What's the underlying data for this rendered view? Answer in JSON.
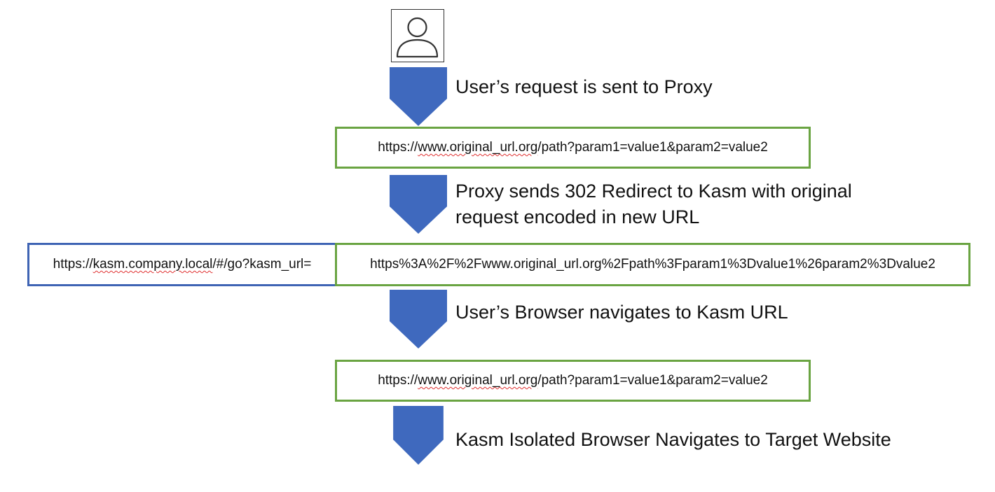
{
  "colors": {
    "arrow_fill": "#3f69be",
    "url_box_border": "#6aa442",
    "kasm_box_border": "#3f64b4",
    "spellcheck_underline": "#e03030"
  },
  "user_icon": "user-icon",
  "steps": [
    {
      "caption_line1": "User’s request is sent to Proxy",
      "caption_line2": ""
    },
    {
      "caption_line1": "Proxy sends 302 Redirect to Kasm with original",
      "caption_line2": "request encoded in new URL"
    },
    {
      "caption_line1": "User’s Browser navigates to Kasm URL",
      "caption_line2": ""
    },
    {
      "caption_line1": "Kasm Isolated Browser Navigates to Target Website",
      "caption_line2": ""
    }
  ],
  "urls": {
    "original_1": {
      "pre": "https://",
      "squig": "www.original_url.org",
      "post": "/path?param1=value1&param2=value2"
    },
    "kasm_base": {
      "pre": "https://",
      "squig": "kasm.company.local",
      "post": "/#/go?kasm_url="
    },
    "encoded": "https%3A%2F%2Fwww.original_url.org%2Fpath%3Fparam1%3Dvalue1%26param2%3Dvalue2",
    "original_2": {
      "pre": "https://",
      "squig": "www.original_url.org",
      "post": "/path?param1=value1&param2=value2"
    }
  }
}
